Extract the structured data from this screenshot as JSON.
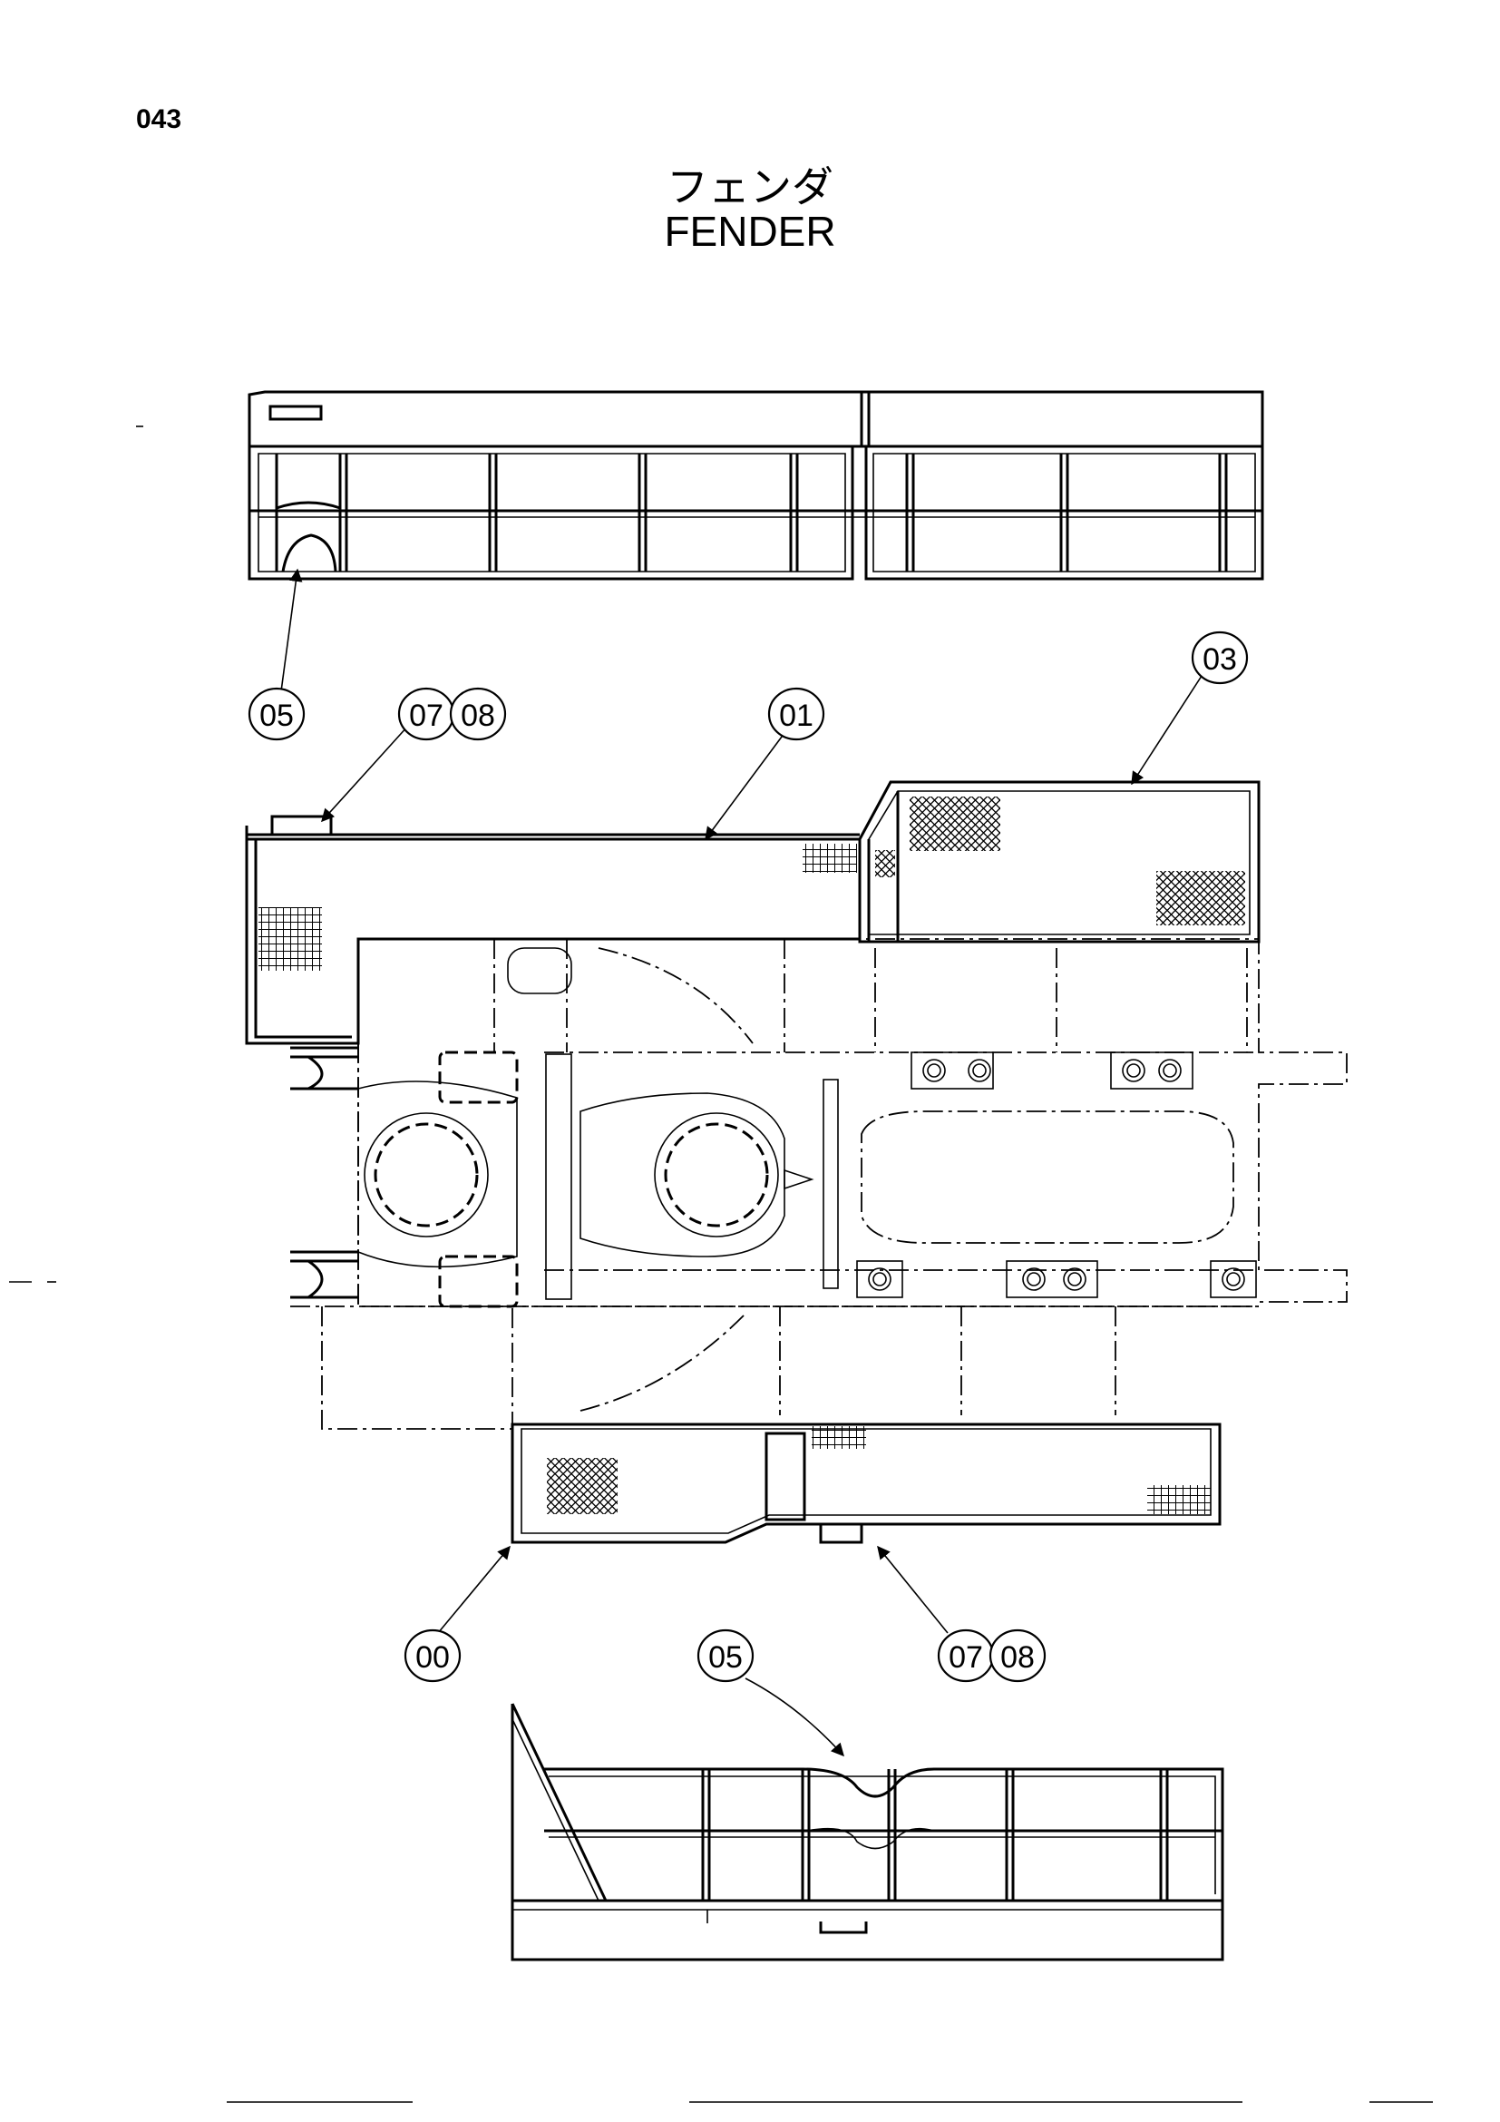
{
  "page_number": "043",
  "title_jp": "フェンダ",
  "title_en": "FENDER",
  "callouts": [
    {
      "id": "c05a",
      "label": "05"
    },
    {
      "id": "c0708a",
      "label": "07",
      "label2": "08"
    },
    {
      "id": "c01",
      "label": "01"
    },
    {
      "id": "c03",
      "label": "03"
    },
    {
      "id": "c00",
      "label": "00"
    },
    {
      "id": "c05b",
      "label": "05"
    },
    {
      "id": "c0708b",
      "label": "07",
      "label2": "08"
    }
  ]
}
